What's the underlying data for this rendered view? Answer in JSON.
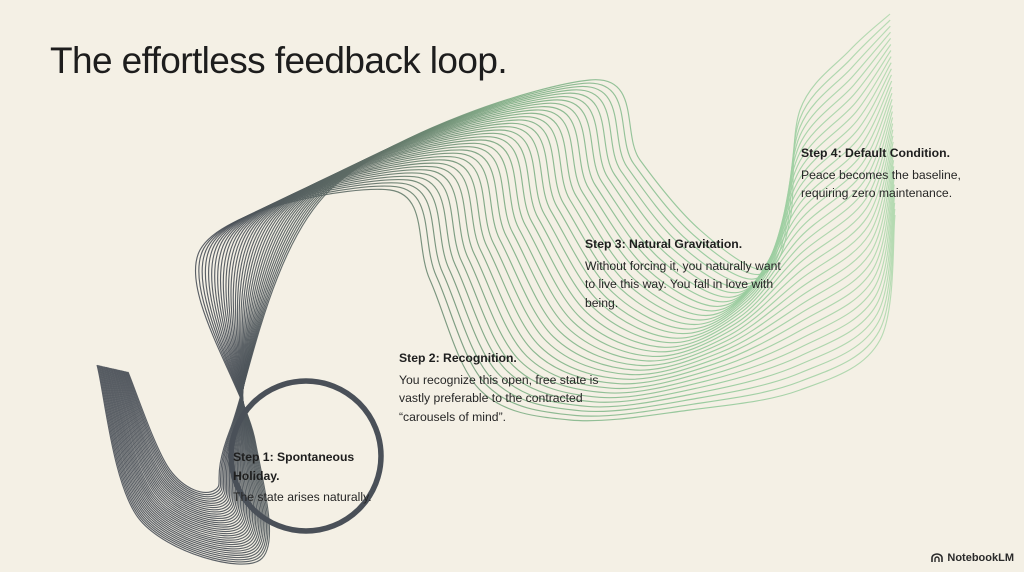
{
  "title": "The effortless feedback loop.",
  "steps": [
    {
      "title": "Step 1: Spontaneous Holiday.",
      "desc": "The state arises naturally."
    },
    {
      "title": "Step 2: Recognition.",
      "desc": "You recognize this open, free state is vastly preferable to the contracted “carousels of mind”."
    },
    {
      "title": "Step 3: Natural Gravitation.",
      "desc": "Without forcing it, you naturally want to live this way. You fall in love with being."
    },
    {
      "title": "Step 4: Default Condition.",
      "desc": "Peace becomes the baseline, requiring zero maintenance."
    }
  ],
  "brand": {
    "label": "NotebookLM",
    "icon": "notebooklm-logo-icon"
  },
  "colors": {
    "background": "#f4f0e5",
    "ribbon_dark": "#4a5058",
    "ribbon_green": "#8fc797",
    "ribbon_light_green": "#b8ddb4"
  }
}
